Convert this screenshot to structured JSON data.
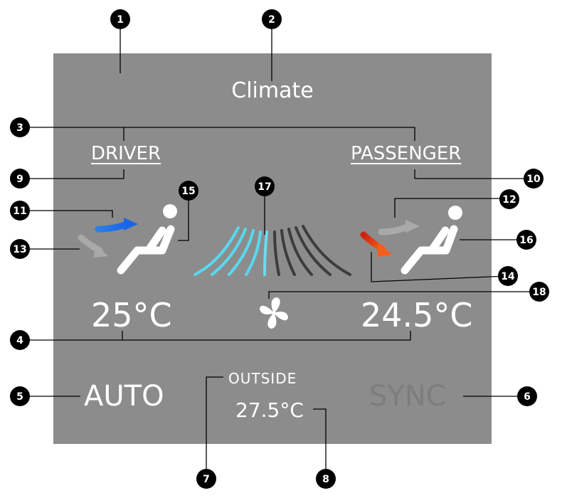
{
  "screen": {
    "title": "Climate",
    "driver": {
      "label": "DRIVER",
      "temperature": "25°C"
    },
    "passenger": {
      "label": "PASSENGER",
      "temperature": "24.5°C"
    },
    "auto_label": "AUTO",
    "sync_label": "SYNC",
    "outside": {
      "label": "OUTSIDE",
      "temperature": "27.5°C"
    }
  },
  "colors": {
    "panel": "#8c8c8c",
    "text": "#ffffff",
    "sync_inactive": "#7d7d7d",
    "driver_arrow_active": "#1b64e6",
    "passenger_arrow_active": "#e33a14",
    "arrow_inactive": "#a9a9a9",
    "fan_active": "#58d9f0",
    "fan_inactive": "#3c3c3c"
  },
  "icons": [
    "seat-occupant-icon",
    "airflow-arrow-icon",
    "fan-icon",
    "fan-speed-icon"
  ],
  "callouts": [
    "1",
    "2",
    "3",
    "4",
    "5",
    "6",
    "7",
    "8",
    "9",
    "10",
    "11",
    "12",
    "13",
    "14",
    "15",
    "16",
    "17",
    "18"
  ]
}
